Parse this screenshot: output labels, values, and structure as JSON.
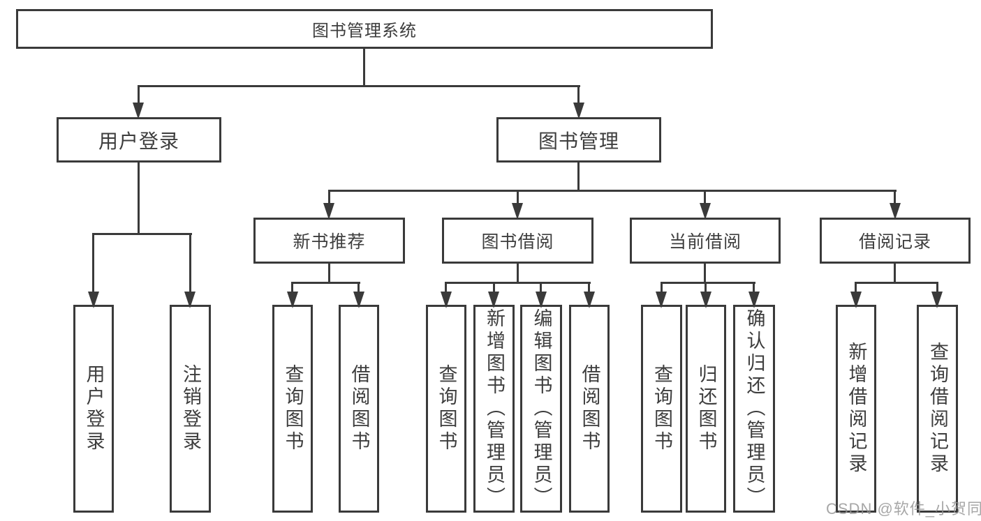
{
  "diagram": {
    "root": "图书管理系统",
    "level2": {
      "user_login": "用户登录",
      "book_management": "图书管理"
    },
    "level3": {
      "new_book_recommend": "新书推荐",
      "book_borrow": "图书借阅",
      "current_borrow": "当前借阅",
      "borrow_record": "借阅记录"
    },
    "leaves": {
      "user_login": [
        "用户登录",
        "注销登录"
      ],
      "new_book_recommend": [
        "查询图书",
        "借阅图书"
      ],
      "book_borrow": [
        "查询图书",
        "新增图书（管理员）",
        "编辑图书（管理员）",
        "借阅图书"
      ],
      "current_borrow": [
        "查询图书",
        "归还图书",
        "确认归还（管理员）"
      ],
      "borrow_record": [
        "新增借阅记录",
        "查询借阅记录"
      ]
    }
  },
  "watermark": "CSDN @软件_小贺同学",
  "colors": {
    "line": "#3a3a3a",
    "text": "#3d3d3d",
    "background": "#ffffff",
    "watermark": "#949494"
  }
}
